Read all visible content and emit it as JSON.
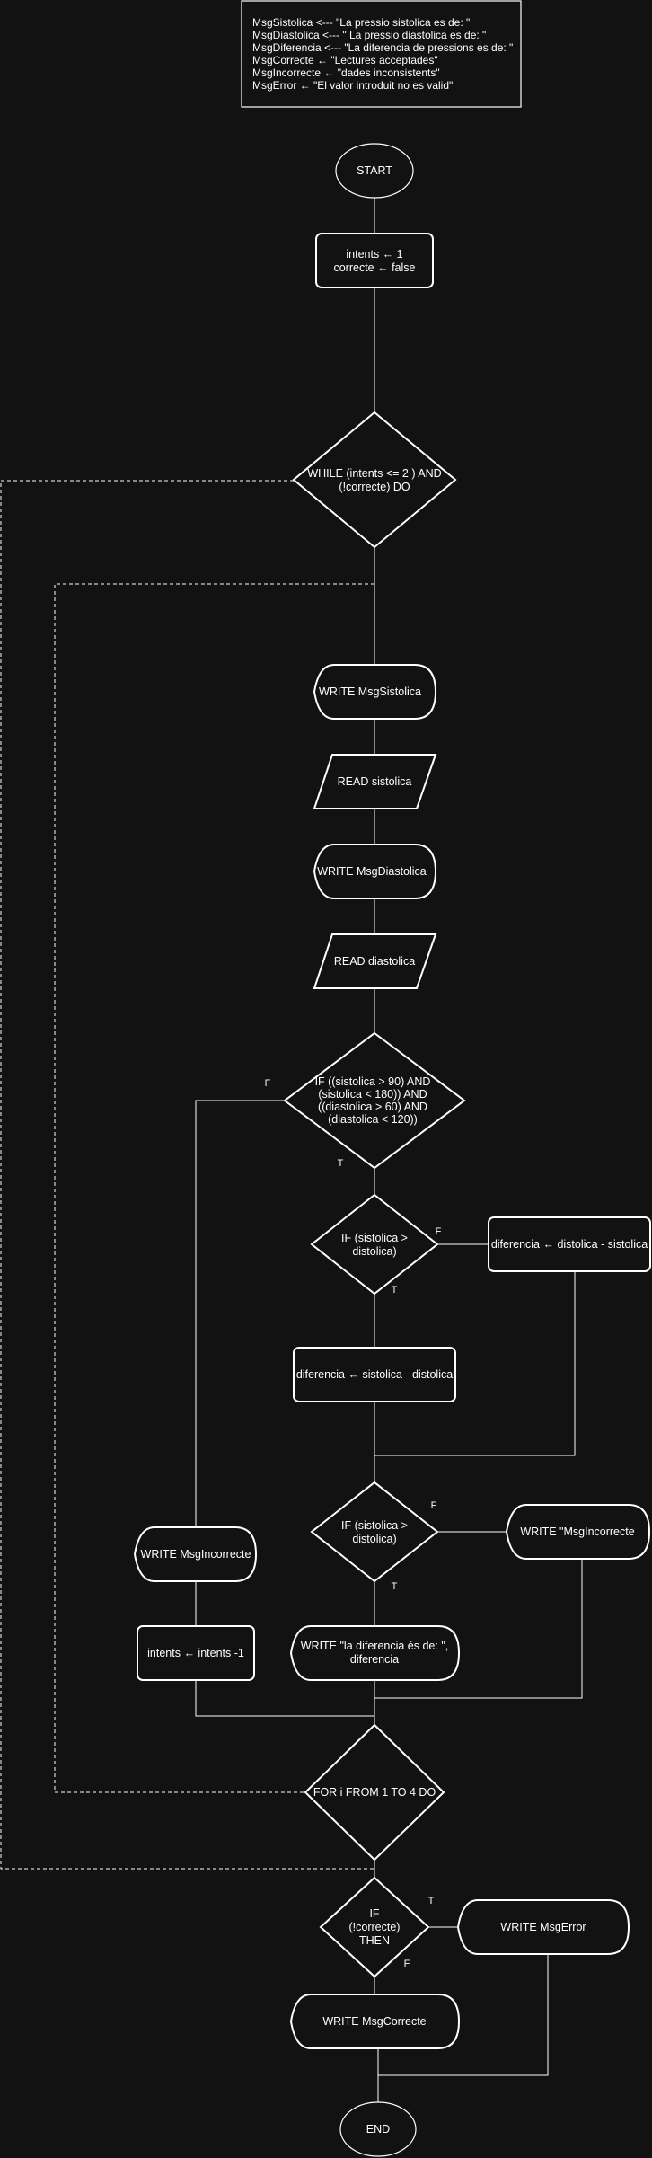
{
  "notes": {
    "lines": [
      "MsgSistolica <--- \"La pressio sistolica es de: \"",
      "MsgDiastolica <--- \" La pressio diastolica es de: \"",
      "MsgDiferencia <--- \"La diferencia de pressions es de: \"",
      "MsgCorrecte ← \"Lectures acceptades\"",
      "MsgIncorrecte ← \"dades inconsistents\"",
      "MsgError ← \"El valor introduit no es valid\""
    ]
  },
  "nodes": {
    "start": {
      "lines": [
        "START"
      ]
    },
    "init": {
      "lines": [
        "intents ← 1",
        "correcte ← false"
      ]
    },
    "while": {
      "lines": [
        "WHILE (intents <= 2 ) AND",
        "(!correcte) DO"
      ]
    },
    "write_sis": {
      "lines": [
        "WRITE MsgSistolica"
      ]
    },
    "read_sis": {
      "lines": [
        "READ sistolica"
      ]
    },
    "write_dia": {
      "lines": [
        "WRITE MsgDiastolica"
      ]
    },
    "read_dia": {
      "lines": [
        "READ diastolica"
      ]
    },
    "if_range": {
      "lines": [
        "IF ((sistolica > 90) AND",
        "(sistolica < 180)) AND",
        "((diastolica > 60) AND",
        "(diastolica < 120))"
      ]
    },
    "if_cmp1": {
      "lines": [
        "IF (sistolica >",
        "distolica)"
      ]
    },
    "dif_ds": {
      "lines": [
        "diferencia ← distolica - sistolica"
      ]
    },
    "dif_sd": {
      "lines": [
        "diferencia ← sistolica - distolica"
      ]
    },
    "if_cmp2": {
      "lines": [
        "IF (sistolica >",
        "distolica)"
      ]
    },
    "write_inc2": {
      "lines": [
        "WRITE \"MsgIncorrecte"
      ]
    },
    "write_dif": {
      "lines": [
        "WRITE \"la diferencia és de: \",",
        "diferencia"
      ]
    },
    "write_inc": {
      "lines": [
        "WRITE MsgIncorrecte"
      ]
    },
    "intents_dec": {
      "lines": [
        "intents ← intents -1"
      ]
    },
    "for": {
      "lines": [
        "FOR i FROM 1 TO 4 DO"
      ]
    },
    "if_correcte": {
      "lines": [
        "IF",
        "(!correcte)",
        "THEN"
      ]
    },
    "write_err": {
      "lines": [
        "WRITE MsgError"
      ]
    },
    "write_cor": {
      "lines": [
        "WRITE MsgCorrecte"
      ]
    },
    "end": {
      "lines": [
        "END"
      ]
    }
  },
  "edge_labels": {
    "range_false": "F",
    "range_true": "T",
    "cmp1_false": "F",
    "cmp1_true": "T",
    "cmp2_false": "F",
    "cmp2_true": "T",
    "correcte_true": "T",
    "correcte_false": "F"
  }
}
